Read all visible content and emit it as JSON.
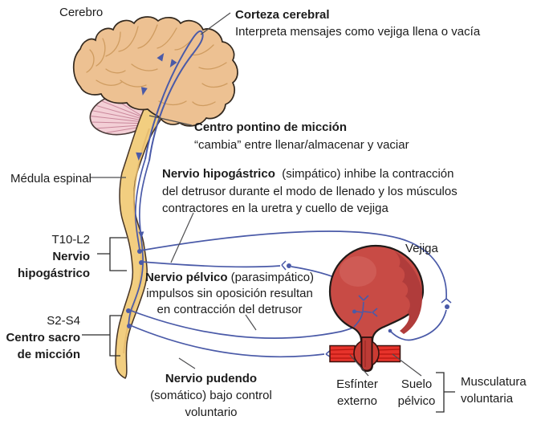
{
  "title": "Control nervioso de la micción (diagrama)",
  "labels": {
    "cerebro": "Cerebro",
    "corteza": {
      "title": "Corteza cerebral",
      "desc": "Interpreta mensajes como vejiga llena o vacía"
    },
    "pontino": {
      "title": "Centro pontino de micción",
      "desc": "“cambia” entre llenar/almacenar y vaciar"
    },
    "medula": "Médula espinal",
    "hipogastrico_info": {
      "title": "Nervio hipogástrico",
      "line1_rest": "  (simpático) inhibe la contracción",
      "line2": "del detrusor durante el modo de llenado y los músculos",
      "line3": "contractores en la uretra y cuello de vejiga"
    },
    "t10_block": {
      "range": "T10-L2",
      "name1": "Nervio",
      "name2": "hipogástrico"
    },
    "vejiga": "Vejiga",
    "pelvico": {
      "title": "Nervio pélvico",
      "title_rest": " (parasimpático)",
      "line2": "impulsos sin oposición resultan",
      "line3": "en contracción del detrusor"
    },
    "s2_block": {
      "range": "S2-S4",
      "name1": "Centro sacro",
      "name2": "de micción"
    },
    "pudendo": {
      "title": "Nervio pudendo",
      "line2": "(somático) bajo control",
      "line3": "voluntario"
    },
    "esfinter": {
      "line1": "Esfínter",
      "line2": "externo"
    },
    "suelo": {
      "line1": "Suelo",
      "line2": "pélvico"
    },
    "musculatura": {
      "line1": "Musculatura",
      "line2": "voluntaria"
    }
  },
  "colors": {
    "nerve_blue": "#4A5AA8",
    "brain_fill": "#EDC192",
    "brain_gyri": "#CF9C60",
    "outline_dark": "#33291f",
    "cerebellum_fill": "#F3CFD6",
    "cerebellum_stripe": "#C9879B",
    "spinal_cord_fill": "#F2CE80",
    "bladder_fill": "#C84B45",
    "bladder_shade": "#B03C3B",
    "bladder_highlight": "#D56A62",
    "muscle_fill": "#E6332B",
    "muscle_streak": "#B5150F",
    "urethra_fill": "#BD3B36",
    "leader_gray": "#4e4e50",
    "bracket_dark": "#2b2b2b",
    "text": "#1c1c1c"
  }
}
